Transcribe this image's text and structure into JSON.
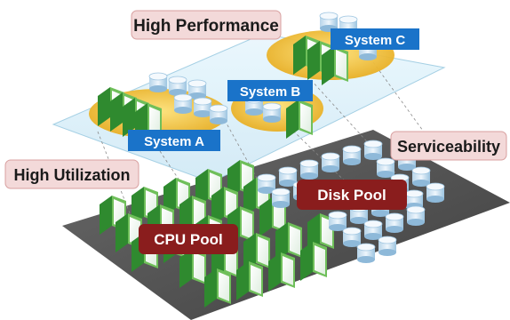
{
  "labels": {
    "high_performance": "High Performance",
    "high_utilization": "High Utilization",
    "serviceability": "Serviceability",
    "disk_pool": "Disk Pool",
    "cpu_pool": "CPU Pool"
  },
  "systems": [
    {
      "name": "System A"
    },
    {
      "name": "System B"
    },
    {
      "name": "System C"
    }
  ],
  "colors": {
    "callout_fill": "#f3d9d9",
    "callout_stroke": "#d8a0a0",
    "system_label": "#1a73c9",
    "pool_label": "#8a1d1d",
    "ellipse_fill": "#f2c33a",
    "upper_plane": "#dff2fb",
    "lower_plane": "#5a5a5a",
    "server_frame": "#2f8a2f",
    "disk_body": "#dcecf7"
  },
  "icons": [
    "server-icon",
    "disk-icon"
  ]
}
